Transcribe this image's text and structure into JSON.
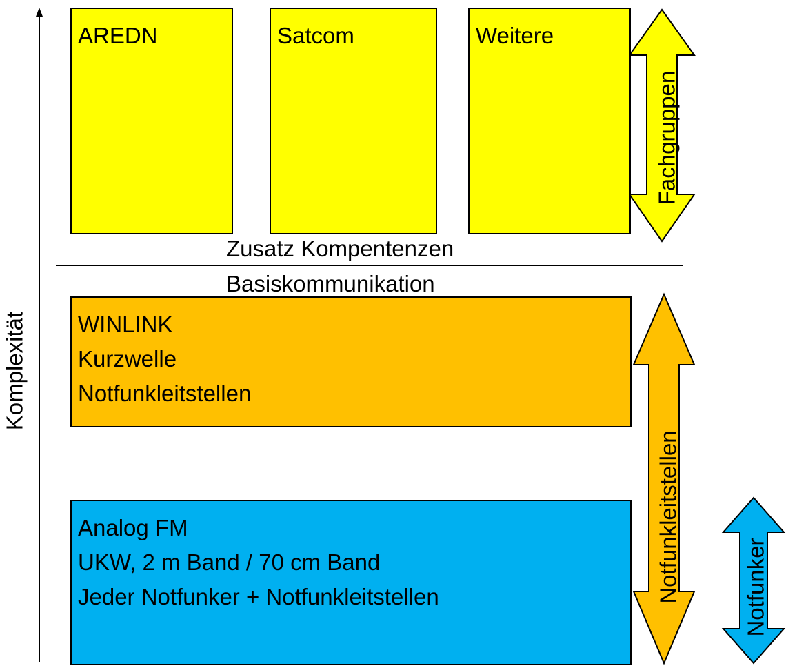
{
  "axis": {
    "label": "Komplexität"
  },
  "groups": {
    "top_boxes": [
      {
        "label": "AREDN"
      },
      {
        "label": "Satcom"
      },
      {
        "label": "Weitere"
      }
    ],
    "top_arrow_label": "Fachgruppen"
  },
  "divider": {
    "upper_label": "Zusatz Kompentenzen",
    "lower_label": "Basiskommunikation"
  },
  "winlink_box": {
    "lines": [
      "WINLINK",
      "Kurzwelle",
      "Notfunkleitstellen"
    ]
  },
  "analog_box": {
    "lines": [
      "Analog FM",
      "UKW, 2 m Band / 70 cm Band",
      "Jeder Notfunker + Notfunkleitstellen"
    ]
  },
  "middle_arrow_label": "Notfunkleitstellen",
  "small_arrow_label": "Notfunker",
  "colors": {
    "yellow": "#ffff00",
    "orange": "#ffc000",
    "blue": "#00b0f0",
    "outline": "#000000"
  }
}
